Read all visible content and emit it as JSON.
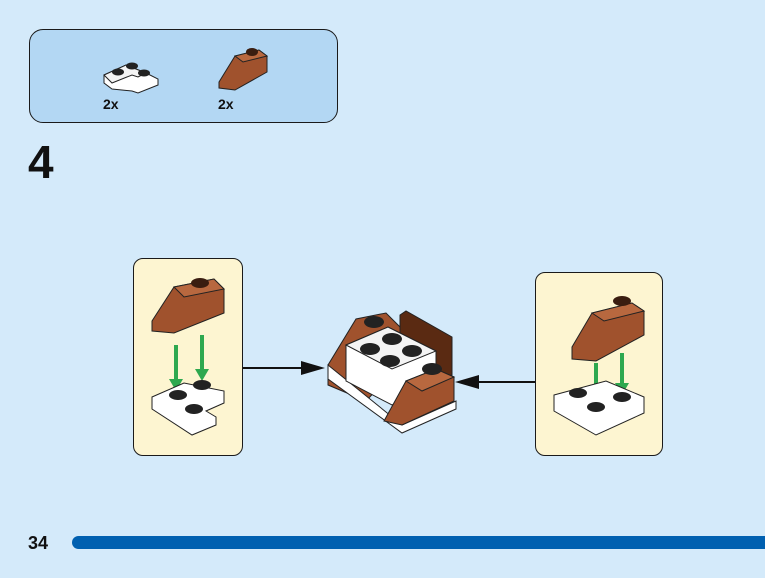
{
  "parts_list": {
    "items": [
      {
        "name": "white-corner-plate",
        "color": "#ffffff",
        "quantity": "2x"
      },
      {
        "name": "brown-slope-brick",
        "color": "#a0522d",
        "quantity": "2x"
      }
    ]
  },
  "step": {
    "number": "4"
  },
  "footer": {
    "page_number": "34",
    "progress_color": "#0060b0"
  },
  "colors": {
    "background": "#d4eafa",
    "parts_box": "#b3d7f3",
    "callout": "#fdf5d1",
    "brown": "#a0522d",
    "arrow_green": "#2ea84f"
  }
}
